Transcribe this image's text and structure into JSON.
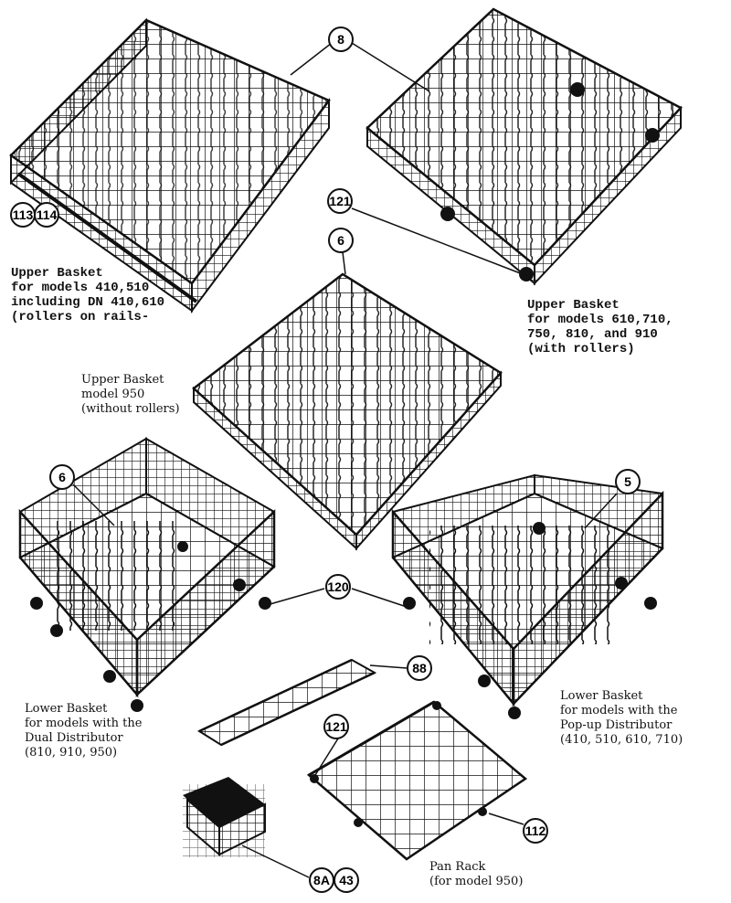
{
  "labels": {
    "upper_410": [
      "Upper Basket",
      "for models 410,510",
      "including DN 410,610",
      "(rollers on rails-"
    ],
    "upper_610": [
      "Upper Basket",
      "for models 610,710,",
      "750, 810, and 910",
      "(with rollers)"
    ],
    "upper_950": [
      "Upper Basket",
      "model 950",
      "(without rollers)"
    ],
    "lower_dual": [
      "Lower Basket",
      "for models with the",
      "Dual Distributor",
      "(810, 910, 950)"
    ],
    "lower_popup": [
      "Lower Basket",
      "for models with the",
      "Pop-up Distributor",
      "(410, 510, 610, 710)"
    ],
    "pan_rack": [
      "Pan Rack",
      "(for model 950)"
    ]
  },
  "callouts": {
    "c8_top": "8",
    "c113": "113",
    "c114": "114",
    "c121_top": "121",
    "c6_mid": "6",
    "c6_left": "6",
    "c5": "5",
    "c120": "120",
    "c88": "88",
    "c121_bottom": "121",
    "c112": "112",
    "c8a": "8A",
    "c43": "43"
  }
}
